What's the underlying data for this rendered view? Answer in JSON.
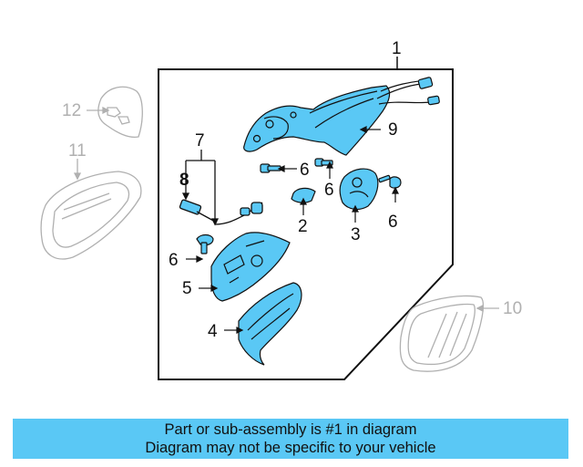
{
  "callouts": {
    "c1": "1",
    "c2": "2",
    "c3": "3",
    "c4": "4",
    "c5": "5",
    "c6a": "6",
    "c6b": "6",
    "c6c": "6",
    "c6d": "6",
    "c7": "7",
    "c8": "8",
    "c9": "9",
    "c10": "10",
    "c11": "11",
    "c12": "12"
  },
  "banner": {
    "line1": "Part or sub-assembly is #1 in diagram",
    "line2": "Diagram may not be specific to your vehicle"
  },
  "colors": {
    "part_fill": "#5ac8f5",
    "outline": "#111111",
    "ghost": "#b0b0b0",
    "banner": "#5ac8f5"
  }
}
